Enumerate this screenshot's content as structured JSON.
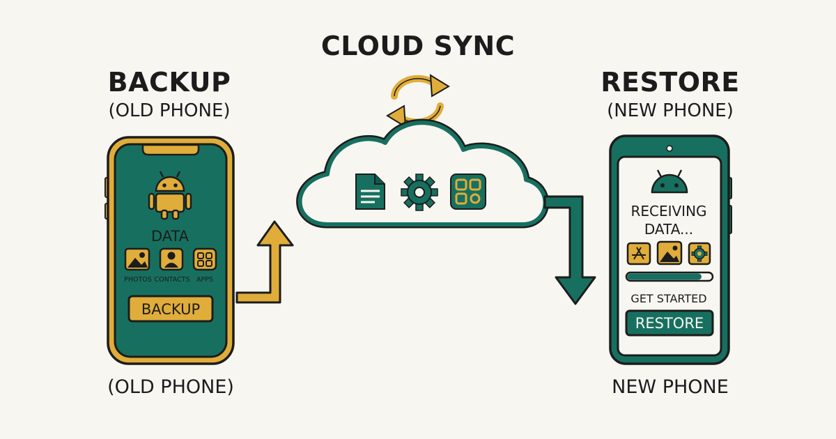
{
  "header": {
    "title": "CLOUD SYNC"
  },
  "backup": {
    "title": "BACKUP",
    "subtitle": "(OLD PHONE)",
    "caption": "(OLD PHONE)",
    "screen": {
      "data_label": "DATA",
      "items": [
        {
          "label": "PHOTOS",
          "icon": "image-icon"
        },
        {
          "label": "CONTACTS",
          "icon": "person-icon"
        },
        {
          "label": "APPS",
          "icon": "apps-grid-icon"
        }
      ],
      "button_label": "BACKUP"
    }
  },
  "cloud": {
    "icons": [
      "document-icon",
      "gear-icon",
      "apps-grid-icon"
    ]
  },
  "restore": {
    "title": "RESTORE",
    "subtitle": "(NEW PHONE)",
    "caption": "NEW PHONE",
    "screen": {
      "status_line1": "RECEIVING",
      "status_line2": "DATA...",
      "progress": 0.88,
      "prompt": "GET STARTED",
      "button_label": "RESTORE"
    }
  },
  "colors": {
    "teal": "#17705f",
    "teal_dark": "#0f5a4c",
    "gold": "#e0ad3a",
    "outline": "#1c1c1c",
    "background": "#f8f6f1"
  }
}
